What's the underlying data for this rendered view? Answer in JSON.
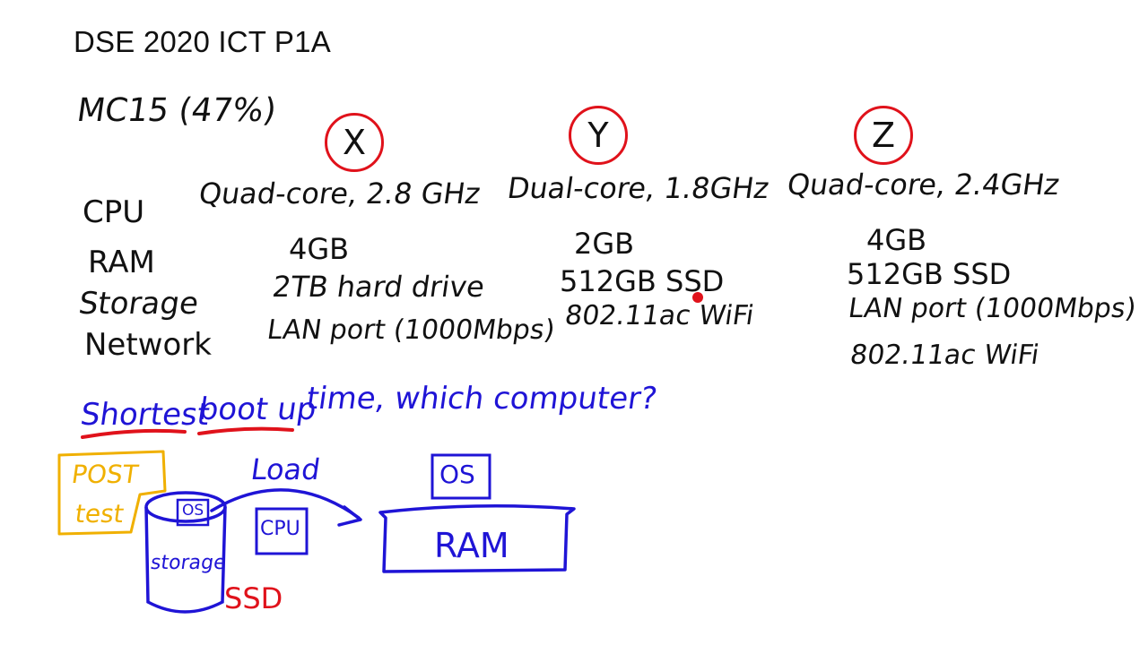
{
  "title": "DSE 2020 ICT P1A",
  "question_ref": "MC15 (47%)",
  "computers": [
    {
      "label": "X",
      "cpu": "Quad-core, 2.8 GHz",
      "ram": "4GB",
      "storage": "2TB hard drive",
      "network": [
        "LAN port (1000Mbps)"
      ]
    },
    {
      "label": "Y",
      "cpu": "Dual-core, 1.8GHz",
      "ram": "2GB",
      "storage": "512GB SSD",
      "network": [
        "802.11ac WiFi"
      ]
    },
    {
      "label": "Z",
      "cpu": "Quad-core, 2.4GHz",
      "ram": "4GB",
      "storage": "512GB SSD",
      "network": [
        "LAN port (1000Mbps)",
        "802.11ac WiFi"
      ]
    }
  ],
  "row_labels": {
    "cpu": "CPU",
    "ram": "RAM",
    "storage": "Storage",
    "network": "Network"
  },
  "question": {
    "word1": "Shortest",
    "word2": "boot up",
    "rest": "time, which computer?"
  },
  "diagram": {
    "post": "POST",
    "test": "test",
    "os_small": "OS",
    "storage": "storage",
    "ssd": "SSD",
    "load": "Load",
    "cpu": "CPU",
    "os_big": "OS",
    "ram": "RAM"
  },
  "colors": {
    "ink": "#111111",
    "blue": "#1f14d6",
    "red": "#e0121b",
    "amber": "#f0b000"
  }
}
